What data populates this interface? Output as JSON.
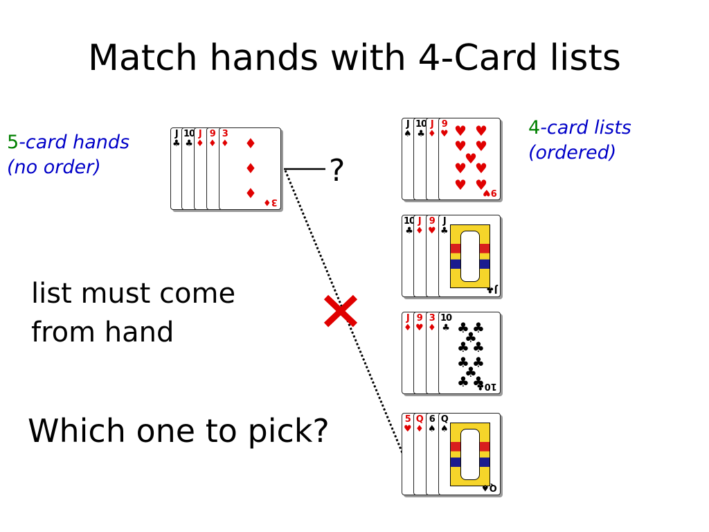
{
  "title": "Match hands with 4-Card lists",
  "left_label": {
    "line1_num": "5",
    "line1_text": "-card hands",
    "line2": "(no order)"
  },
  "right_label": {
    "line1_num": "4",
    "line1_text": "-card lists",
    "line2": "(ordered)"
  },
  "question_mark": "?",
  "note_line1": "list must come",
  "note_line2": "from hand",
  "bottom_question": "Which one to pick?",
  "colors": {
    "green": "#008000",
    "blue": "#0000c8",
    "red_x": "#e00000",
    "card_red": "#e00000"
  },
  "hand": {
    "cards": [
      {
        "rank": "J",
        "suit": "♣",
        "color": "black"
      },
      {
        "rank": "10",
        "suit": "♣",
        "color": "black"
      },
      {
        "rank": "J",
        "suit": "♦",
        "color": "red"
      },
      {
        "rank": "9",
        "suit": "♦",
        "color": "red"
      },
      {
        "rank": "3",
        "suit": "♦",
        "color": "red"
      }
    ]
  },
  "lists": [
    {
      "cards": [
        {
          "rank": "J",
          "suit": "♠",
          "color": "black"
        },
        {
          "rank": "10",
          "suit": "♣",
          "color": "black"
        },
        {
          "rank": "J",
          "suit": "♦",
          "color": "red"
        },
        {
          "rank": "9",
          "suit": "♥",
          "color": "red"
        }
      ]
    },
    {
      "cards": [
        {
          "rank": "10",
          "suit": "♣",
          "color": "black"
        },
        {
          "rank": "J",
          "suit": "♦",
          "color": "red"
        },
        {
          "rank": "9",
          "suit": "♥",
          "color": "red"
        },
        {
          "rank": "J",
          "suit": "♣",
          "color": "black"
        }
      ]
    },
    {
      "cards": [
        {
          "rank": "J",
          "suit": "♦",
          "color": "red"
        },
        {
          "rank": "9",
          "suit": "♥",
          "color": "red"
        },
        {
          "rank": "3",
          "suit": "♦",
          "color": "red"
        },
        {
          "rank": "10",
          "suit": "♣",
          "color": "black"
        }
      ]
    },
    {
      "cards": [
        {
          "rank": "5",
          "suit": "♥",
          "color": "red"
        },
        {
          "rank": "Q",
          "suit": "♦",
          "color": "red"
        },
        {
          "rank": "6",
          "suit": "♠",
          "color": "black"
        },
        {
          "rank": "Q",
          "suit": "♠",
          "color": "black"
        }
      ]
    }
  ]
}
